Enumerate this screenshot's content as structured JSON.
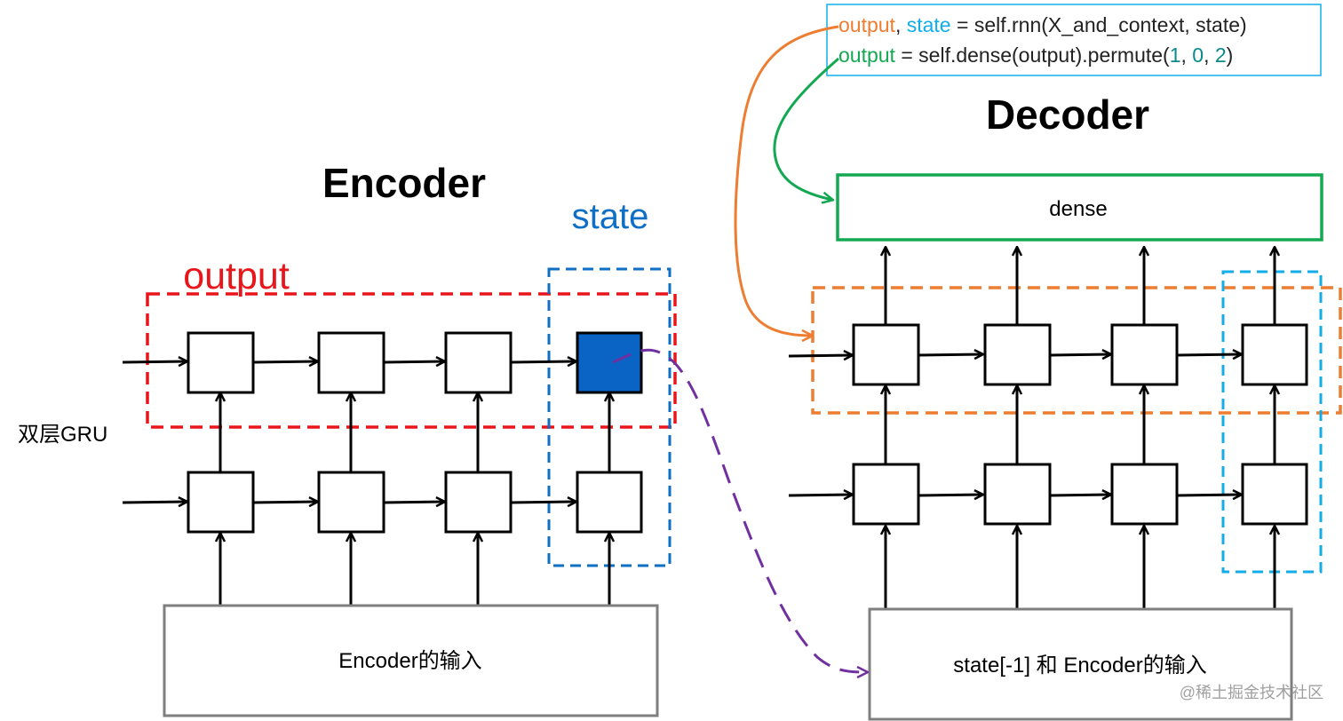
{
  "encoder": {
    "title": "Encoder",
    "output_label": "output",
    "state_label": "state",
    "input_label": "Encoder的输入"
  },
  "decoder": {
    "title": "Decoder",
    "dense_label": "dense",
    "input_label": "state[-1] 和 Encoder的输入"
  },
  "side_label": "双层GRU",
  "code": {
    "line1": {
      "output": "output",
      "comma": ", ",
      "state": "state",
      "rest": " = self.rnn(X_and_context, state)"
    },
    "line2": {
      "output": "output",
      "rest_a": " = self.dense(output).permute(",
      "n1": "1",
      "sep1": ", ",
      "n2": "0",
      "sep2": ", ",
      "n3": "2",
      "close": ")"
    }
  },
  "watermark": "@稀土掘金技术社区",
  "colors": {
    "output_box": "#e8161b",
    "state_box": "#0e6fc4",
    "state_cell": "#0a64c6",
    "decoder_output_box": "#ed7d31",
    "decoder_state_box": "#11aeea",
    "dense_box": "#13a851",
    "purple_arrow": "#7030a0",
    "code_orange": "#ed7d31",
    "code_cyan": "#11aeea",
    "code_green": "#13a851",
    "code_teal": "#0a8a8a"
  }
}
